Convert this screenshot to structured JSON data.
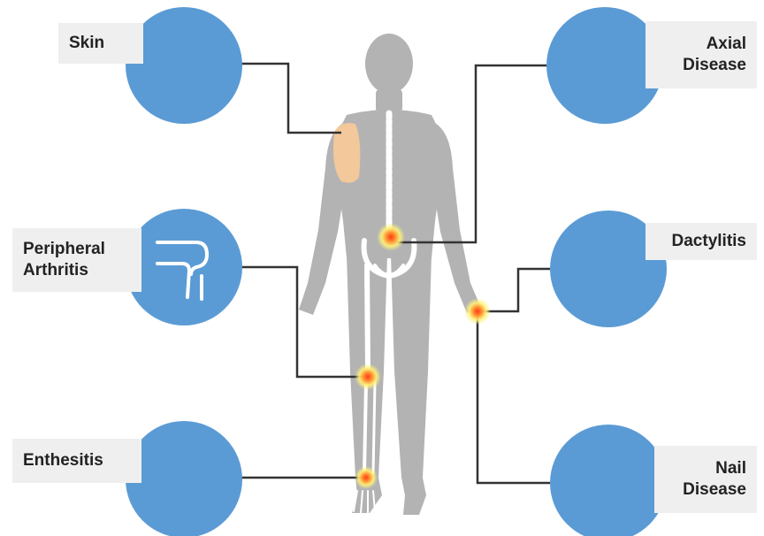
{
  "labels": {
    "skin": [
      "Skin"
    ],
    "peripheral_arthritis": [
      "Peripheral",
      "Arthritis"
    ],
    "enthesitis": [
      "Enthesitis"
    ],
    "axial_disease": [
      "Axial",
      "Disease"
    ],
    "dactylitis": [
      "Dactylitis"
    ],
    "nail_disease": [
      "Nail",
      "Disease"
    ]
  },
  "colors": {
    "circle": "#5b9bd5",
    "body": "#b3b3b3",
    "connector": "#333333",
    "skin_patch": "#f3c89a",
    "highlight_glow": "#fff27a",
    "highlight_core": "#e8402a",
    "label_bg": "#efefef"
  },
  "icons": {
    "peripheral_arthritis": "knee-joint-icon"
  }
}
